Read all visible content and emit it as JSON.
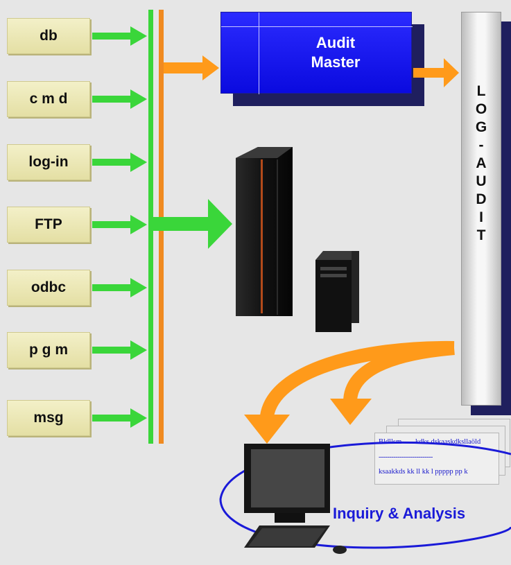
{
  "sources": [
    "db",
    "c m d",
    "log-in",
    "FTP",
    "odbc",
    "p g m",
    "msg"
  ],
  "audit_master": [
    "Audit",
    "Master"
  ],
  "log_audit": [
    "L",
    "O",
    "G",
    "-",
    "A",
    "U",
    "D",
    "I",
    "T"
  ],
  "report_lines": {
    "line1a": "Bldllsm",
    "line1b": "kdks dskaaskdksllaöld",
    "divider": "--------------------------",
    "line2": "ksaakkds  kk ll kk  l ppppp  pp k"
  },
  "inquiry_label": "Inquiry & Analysis",
  "colors": {
    "source_arrow": "#3ad63a",
    "audit_arrow": "#ff9a1a",
    "bus_orange": "#f08a20",
    "bus_green": "#3ad63a",
    "audit_blue": "#1010e8",
    "ellipse_blue": "#1a1ad8"
  }
}
